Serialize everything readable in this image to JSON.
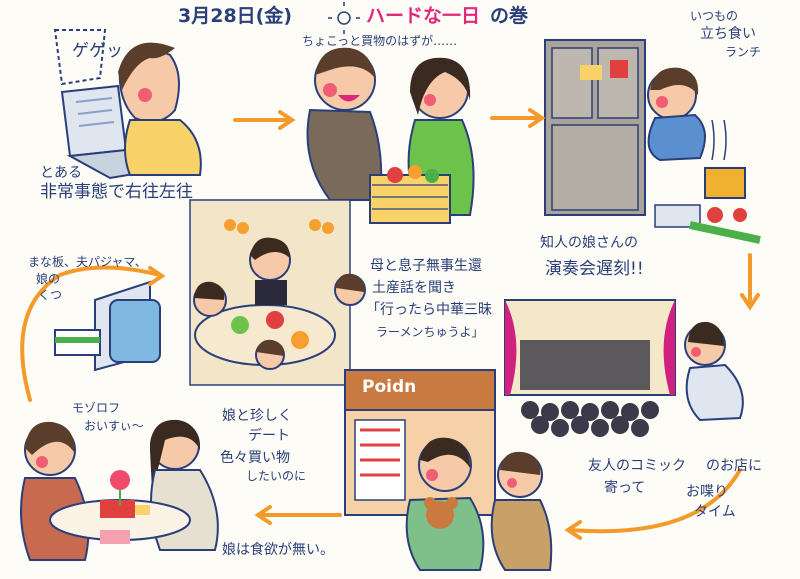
{
  "title": {
    "date": "3月28日(金)",
    "highlight": "ハードな一日",
    "suffix": "の巻"
  },
  "scenes": {
    "gege": "ゲゲッ",
    "emergency_l1": "とある",
    "emergency_l2": "非常事態で右往左往",
    "shopping": "ちょこっと買物のはずが……",
    "lunch_l1": "いつもの",
    "lunch_l2": "立ち食い",
    "lunch_l3": "ランチ",
    "meal_l1": "母と息子無事生還",
    "meal_l2": "土産話を聞き",
    "meal_l3": "「行ったら中華三昧",
    "meal_l4": "ラーメンちゅうよ」",
    "items_l1": "まな板、夫パジャマ、",
    "items_l2": "娘の",
    "items_l3": "くつ",
    "concert_l1": "知人の娘さんの",
    "concert_l2": "演奏会遅刻!!",
    "shop_sign": "Poidn",
    "comic_l1": "友人のコミック",
    "comic_l2": "のお店に",
    "comic_l3": "寄って",
    "comic_l4": "お喋り",
    "comic_l5": "タイム",
    "date_l1": "娘と珍しく",
    "date_l2": "デート",
    "date_l3": "色々買い物",
    "date_l4": "したいのに",
    "mozhi_l1": "モゾロフ",
    "mozhi_l2": "おいすぃ〜",
    "no_appetite": "娘は食欲が無い。"
  },
  "colors": {
    "ink": "#2a3f7a",
    "accent": "#e0287a",
    "arrow": "#f39a2b",
    "skin": "#f6c9a8",
    "cheek": "#f04b6b",
    "hair": "#5a3e2b",
    "green": "#4bb04a",
    "yellow": "#f7d84a"
  }
}
